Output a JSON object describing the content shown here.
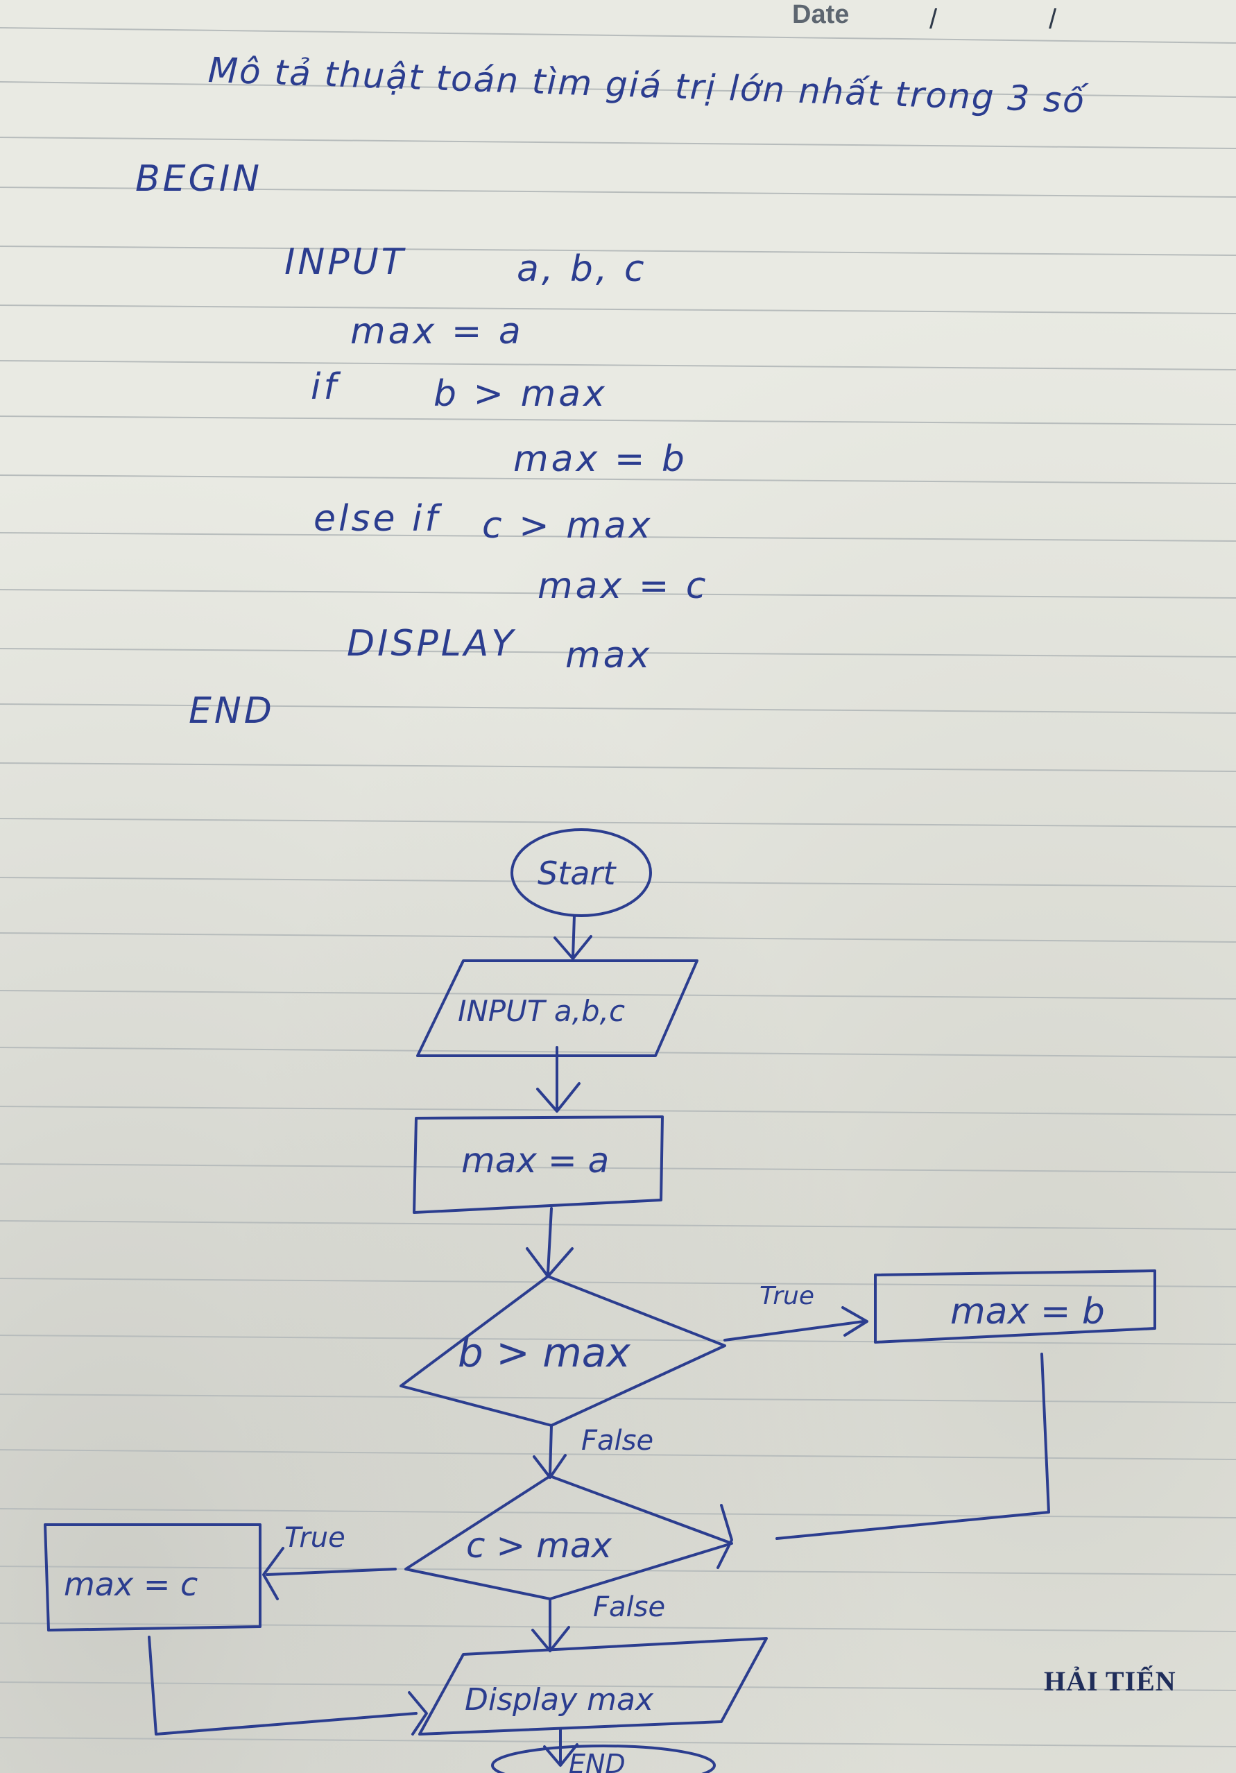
{
  "header": {
    "date_label": "Date",
    "date_sep1": "/",
    "date_sep2": "/"
  },
  "title": "Mô tả thuật toán tìm giá trị lớn nhất trong 3 số",
  "pseudocode": {
    "begin": "BEGIN",
    "input": "INPUT",
    "input_vars": "a, b, c",
    "assign_max_a": "max = a",
    "if": "if",
    "cond_b": "b > max",
    "assign_max_b": "max = b",
    "else_if": "else if",
    "cond_c": "c > max",
    "assign_max_c": "max = c",
    "display": "DISPLAY",
    "display_var": "max",
    "end": "END"
  },
  "flowchart": {
    "start": "Start",
    "input": "INPUT a,b,c",
    "init": "max = a",
    "decision1": "b > max",
    "decision1_true": "True",
    "decision1_false": "False",
    "assign_b": "max = b",
    "decision2": "c > max",
    "decision2_true": "True",
    "decision2_false": "False",
    "assign_c": "max = c",
    "output": "Display max",
    "end": "END"
  },
  "brand": "HẢI TIẾN",
  "colors": {
    "ink": "#2b3d8f",
    "paper": "#e9eae3",
    "rule": "#b9bdbd"
  }
}
